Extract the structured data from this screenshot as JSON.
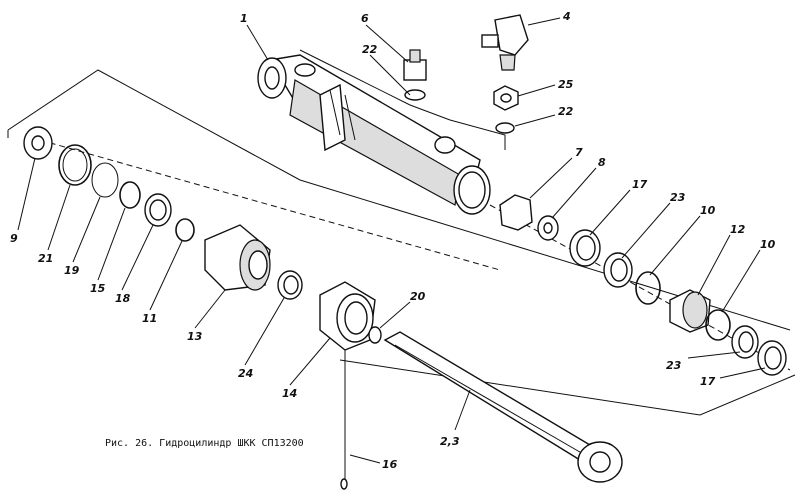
{
  "caption": "Рис. 26. Гидроцилиндр ШКК СП13200",
  "labels": {
    "l1": "1",
    "l2": "2,3",
    "l4": "4",
    "l6": "6",
    "l7": "7",
    "l8": "8",
    "l9": "9",
    "l10a": "10",
    "l10b": "10",
    "l11": "11",
    "l12": "12",
    "l13": "13",
    "l14": "14",
    "l15": "15",
    "l16": "16",
    "l17a": "17",
    "l17b": "17",
    "l18": "18",
    "l19": "19",
    "l20": "20",
    "l21": "21",
    "l22a": "22",
    "l22b": "22",
    "l23a": "23",
    "l23b": "23",
    "l24": "24",
    "l25": "25"
  },
  "colors": {
    "ink": "#111111",
    "paper": "#ffffff",
    "shade": "#dddddd"
  }
}
